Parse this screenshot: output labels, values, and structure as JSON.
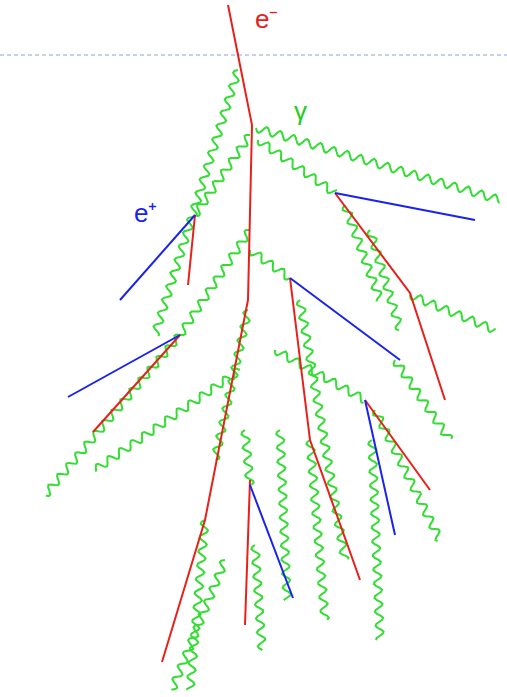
{
  "diagram": {
    "labels": [
      "e⁻",
      "γ",
      "e⁺"
    ]
  }
}
